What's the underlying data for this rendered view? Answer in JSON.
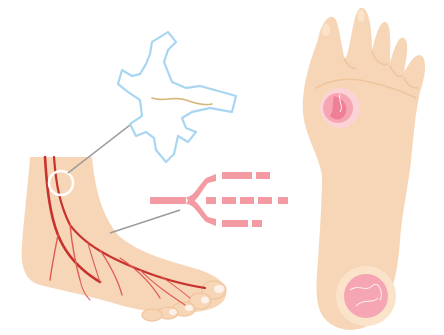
{
  "illustration": {
    "palette": {
      "skin": "#f7d6b7",
      "skin_shadow": "#efc59e",
      "vessel_red": "#c8322e",
      "vessel_light": "#e05a52",
      "callout_line": "#9b9b9b",
      "nerve_blue_stroke": "#a8d6f2",
      "nerve_fill": "#ffffff",
      "nerve_inner": "#d8b67a",
      "pink_dashes": "#f39aa2",
      "ulcer_outer": "#fbd3d7",
      "ulcer_inner": "#f6a5b2",
      "ulcer_core": "#ef7f94",
      "toenail": "#fae3c9"
    },
    "elements": [
      "side-view-foot-with-blood-vessels",
      "magnify-circle",
      "nerve-cells-callout",
      "blocked-vessel-callout",
      "foot-sole-with-ulcers"
    ]
  }
}
